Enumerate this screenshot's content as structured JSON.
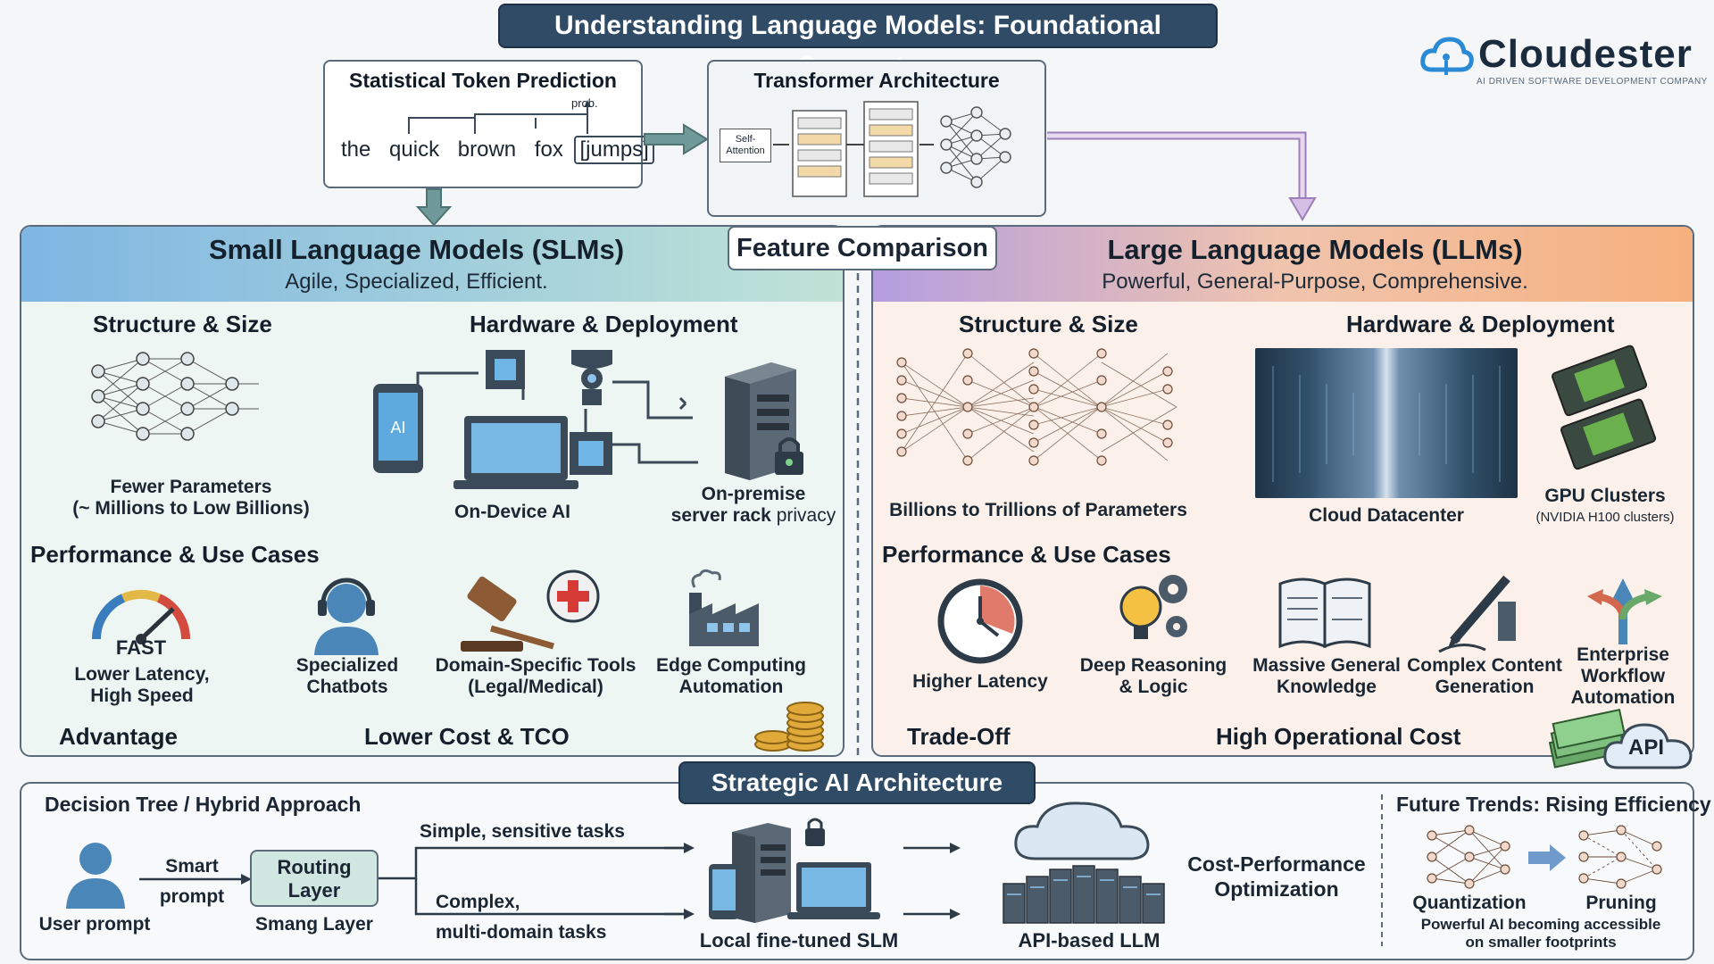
{
  "header": {
    "title": "Understanding Language Models: Foundational Concepts",
    "logo_name": "Cloudester",
    "logo_tagline": "AI DRIVEN SOFTWARE DEVELOPMENT COMPANY"
  },
  "token_box": {
    "title": "Statistical Token Prediction",
    "prob_label": "prob.",
    "tokens": [
      "the",
      "quick",
      "brown",
      "fox"
    ],
    "predicted": "[jumps]"
  },
  "transformer_box": {
    "title": "Transformer Architecture",
    "self_attention": "Self-Attention"
  },
  "feature_comparison": "Feature Comparison",
  "slm": {
    "title": "Small Language Models (SLMs)",
    "subtitle": "Agile, Specialized, Efficient.",
    "structure_title": "Structure & Size",
    "structure_label_1": "Fewer Parameters",
    "structure_label_2": "(~ Millions to Low Billions)",
    "hardware_title": "Hardware & Deployment",
    "ai_chip_label": "AI",
    "on_device": "On-Device AI",
    "on_premise_1": "On-premise",
    "on_premise_2": "server rack",
    "privacy": "privacy",
    "perf_title": "Performance & Use Cases",
    "gauge_label": "FAST",
    "latency_1": "Lower Latency,",
    "latency_2": "High Speed",
    "chatbots_1": "Specialized",
    "chatbots_2": "Chatbots",
    "domain_1": "Domain-Specific Tools",
    "domain_2": "(Legal/Medical)",
    "edge_1": "Edge Computing",
    "edge_2": "Automation",
    "advantage": "Advantage",
    "cost": "Lower Cost & TCO"
  },
  "llm": {
    "title": "Large Language Models (LLMs)",
    "subtitle": "Powerful, General-Purpose, Comprehensive.",
    "structure_title": "Structure & Size",
    "structure_label": "Billions to Trillions of Parameters",
    "hardware_title": "Hardware & Deployment",
    "datacenter": "Cloud Datacenter",
    "gpu_1": "GPU Clusters",
    "gpu_2": "(NVIDIA H100 clusters)",
    "perf_title": "Performance & Use Cases",
    "latency": "Higher Latency",
    "reasoning_1": "Deep Reasoning",
    "reasoning_2": "& Logic",
    "knowledge_1": "Massive General",
    "knowledge_2": "Knowledge",
    "content_1": "Complex Content",
    "content_2": "Generation",
    "workflow_1": "Enterprise",
    "workflow_2": "Workflow",
    "workflow_3": "Automation",
    "tradeoff": "Trade-Off",
    "cost": "High Operational Cost",
    "api": "API"
  },
  "strategic": {
    "title": "Strategic AI Architecture",
    "decision_tree": "Decision Tree / Hybrid Approach",
    "user_prompt": "User prompt",
    "smart_1": "Smart",
    "smart_2": "prompt",
    "routing_1": "Routing",
    "routing_2": "Layer",
    "smang": "Smang Layer",
    "simple": "Simple, sensitive tasks",
    "complex_1": "Complex,",
    "complex_2": "multi-domain tasks",
    "local_slm": "Local fine-tuned SLM",
    "api_llm": "API-based LLM",
    "cost_perf_1": "Cost-Performance",
    "cost_perf_2": "Optimization",
    "future_title": "Future Trends: Rising Efficiency",
    "quantization": "Quantization",
    "pruning": "Pruning",
    "future_1": "Powerful AI becoming accessible",
    "future_2": "on smaller footprints"
  },
  "colors": {
    "title_bg": "#2f4b66",
    "slm_accent": "#7fb6e2",
    "llm_accent": "#b49ee0",
    "arrow": "#5f8a8b"
  }
}
